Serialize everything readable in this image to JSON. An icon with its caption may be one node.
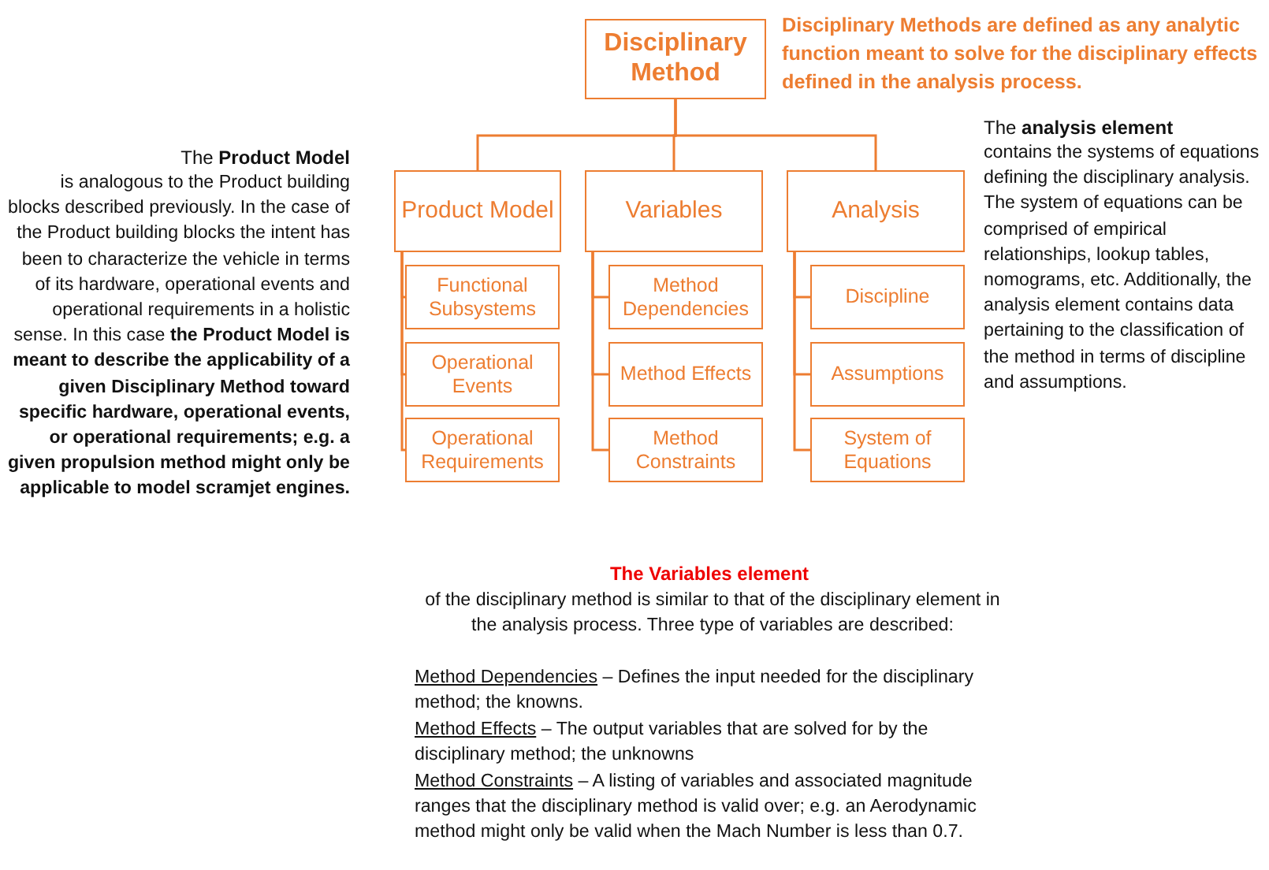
{
  "diagram": {
    "nodes": [
      {
        "text": [
          "Disciplinary Method"
        ]
      },
      {
        "text": [
          "Product Model"
        ]
      },
      {
        "text": [
          "Variables"
        ]
      },
      {
        "text": [
          "Analysis"
        ]
      },
      {
        "text": [
          "Functional Subsystems"
        ]
      },
      {
        "text": [
          "Operational Events"
        ]
      },
      {
        "text": [
          "Operational Requirements"
        ]
      },
      {
        "text": [
          "Method Dependencies"
        ]
      },
      {
        "text": [
          "Method Effects"
        ]
      },
      {
        "text": [
          "Method Constraints"
        ]
      },
      {
        "text": [
          "Discipline"
        ]
      },
      {
        "text": [
          "Assumptions"
        ]
      },
      {
        "text": [
          "System of Equations"
        ]
      }
    ],
    "edges": [
      {
        "from": 0,
        "to": 1,
        "arrow": "none"
      },
      {
        "from": 0,
        "to": 2,
        "arrow": "none"
      },
      {
        "from": 0,
        "to": 3,
        "arrow": "none"
      },
      {
        "from": 1,
        "to": 4,
        "arrow": "none"
      },
      {
        "from": 1,
        "to": 5,
        "arrow": "none"
      },
      {
        "from": 1,
        "to": 6,
        "arrow": "none"
      },
      {
        "from": 2,
        "to": 7,
        "arrow": "none"
      },
      {
        "from": 2,
        "to": 8,
        "arrow": "none"
      },
      {
        "from": 2,
        "to": 9,
        "arrow": "none"
      },
      {
        "from": 3,
        "to": 10,
        "arrow": "none"
      },
      {
        "from": 3,
        "to": 11,
        "arrow": "none"
      },
      {
        "from": 3,
        "to": 12,
        "arrow": "none"
      }
    ],
    "labels": [
      "Disciplinary Methods are defined as any analytic function meant to solve for the disciplinary effects defined in the analysis process.",
      "The **Product Model**",
      "is analogous to the Product building blocks described previously. In the case of the Product building blocks the intent has been to characterize the vehicle in terms of its hardware, operational events and operational requirements in a holistic sense. In this case **the Product Model is meant to describe the applicability of a given Disciplinary Method toward specific hardware, operational events, or operational requirements; e.g. a given propulsion method might only be applicable to model scramjet engines.**",
      "The **analysis element**",
      "contains the systems of equations defining the disciplinary analysis. The system of equations can be comprised of empirical relationships, lookup tables, nomograms, etc. Additionally, the analysis element contains data pertaining to the classification of the method in terms of discipline and assumptions.",
      "The Variables element",
      "of the disciplinary method is similar to that of the disciplinary element in the analysis process. Three type of variables are described:",
      "Method Dependencies",
      "– Defines the input needed for the disciplinary method; the knowns.",
      "Method Effects",
      "– The output variables that are solved for by the disciplinary method; the unknowns",
      "Method Constraints",
      "– A listing of variables and associated magnitude ranges that the disciplinary method is valid over; e.g. an Aerodynamic method might only be valid when the Mach Number is less than 0.7."
    ]
  }
}
